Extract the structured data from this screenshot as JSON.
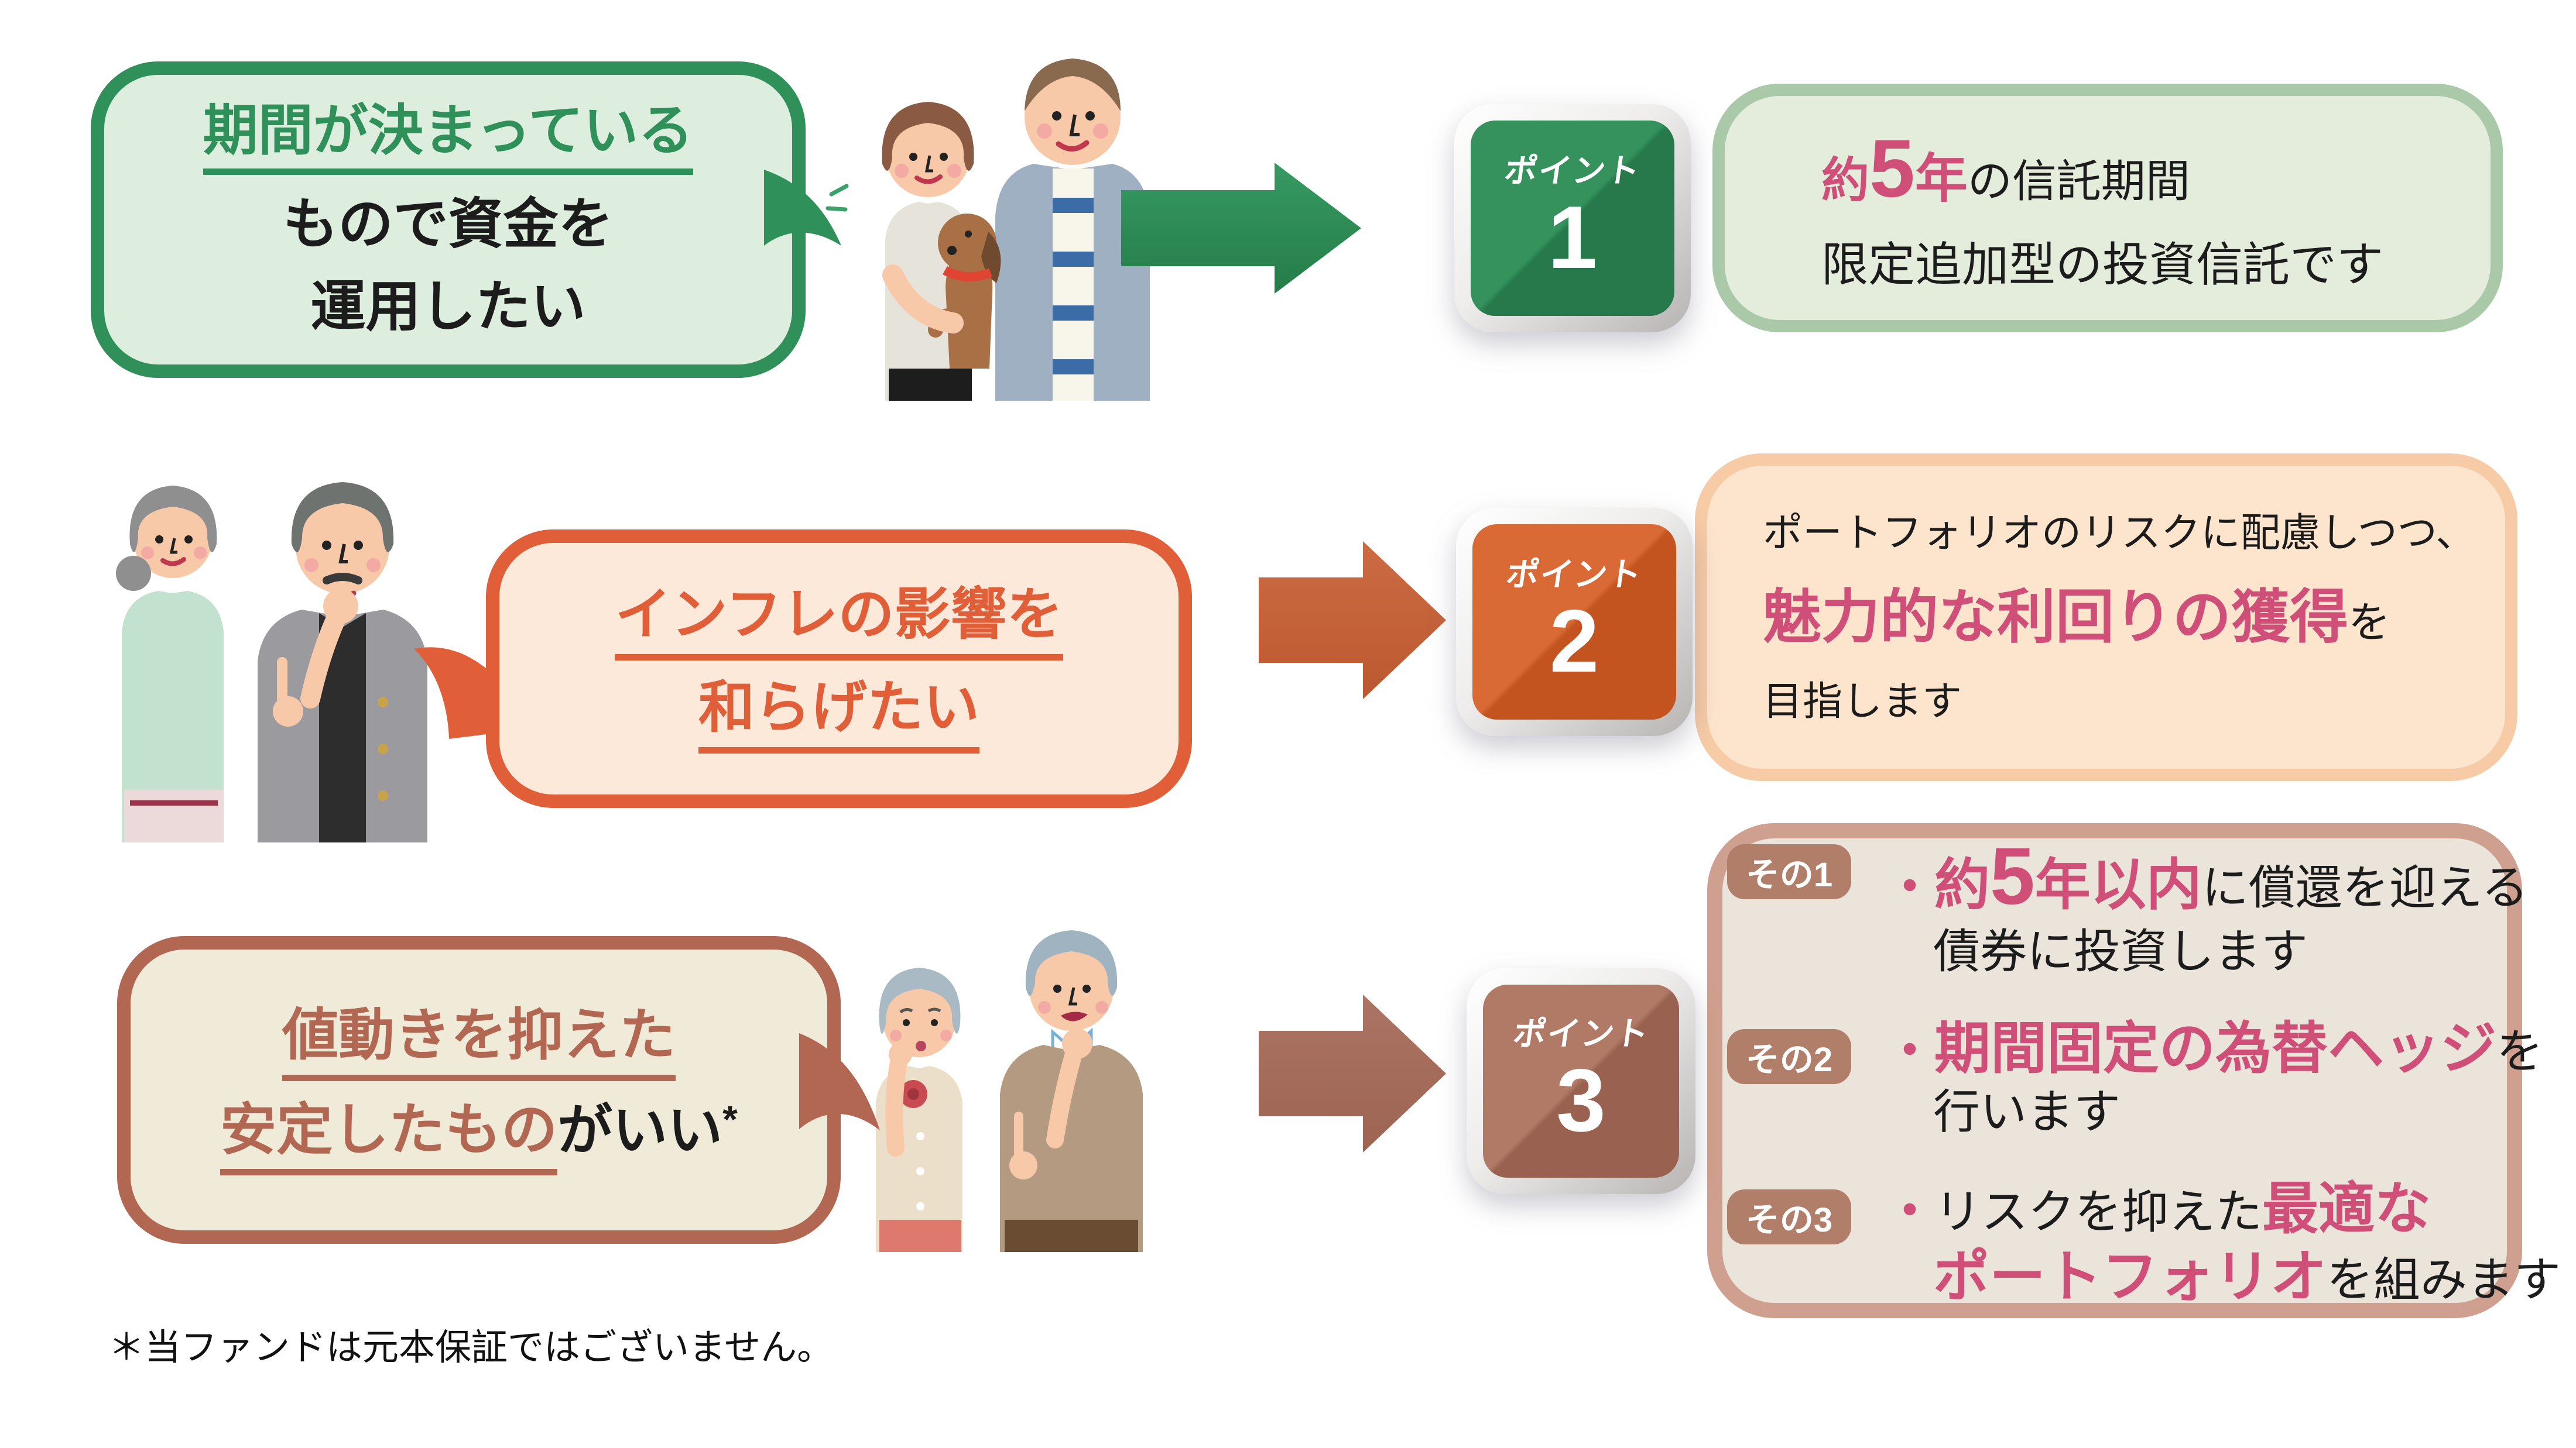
{
  "colors": {
    "green": "#2f9159",
    "green_bubble_fill": "#ddeede",
    "green_panel_fill": "#e4ecdc",
    "green_panel_border": "#a9c9a8",
    "orange": "#e05f39",
    "orange_bubble_fill": "#fce9da",
    "orange_panel_fill": "#fce4cd",
    "orange_panel_border": "#f6cba6",
    "brown": "#b26752",
    "brown_bubble_fill": "#f0ead9",
    "rose_panel_border": "#cfa08f",
    "rose_panel_fill": "#eae4da",
    "rose_label_bg": "#b17e6a",
    "pink_accent": "#d04f78",
    "text_black": "#1c1c1c"
  },
  "rows": [
    {
      "bubble": {
        "line1": "期間が決まっている",
        "line2": "もので資金を",
        "line3": "運用したい"
      },
      "illustration": "young-couple-with-dog",
      "badge": {
        "label": "ポイント",
        "number": "1"
      },
      "panel": {
        "seg_about": "約",
        "seg_num": "5",
        "seg_year": "年",
        "seg_rest": "の信託期間",
        "line2": "限定追加型の投資信託です"
      }
    },
    {
      "bubble": {
        "line1": "インフレの影響を",
        "line2": "和らげたい"
      },
      "illustration": "middle-aged-couple-thinking",
      "badge": {
        "label": "ポイント",
        "number": "2"
      },
      "panel": {
        "line1": "ポートフォリオのリスクに配慮しつつ、",
        "line2_em": "魅力的な利回りの獲得",
        "line2_plain": "を",
        "line3": "目指します"
      }
    },
    {
      "bubble": {
        "line1": "値動きを抑えた",
        "line2_em": "安定したもの",
        "line2_plain": "がいい",
        "asterisk": "*"
      },
      "illustration": "senior-couple-thinking",
      "badge": {
        "label": "ポイント",
        "number": "3"
      },
      "panel": {
        "items": [
          {
            "label": "その1",
            "bullet": "・",
            "em_pre": "約",
            "em_big": "5",
            "em_post": "年以内",
            "plain": "に償還を迎える",
            "line2": "債券に投資します"
          },
          {
            "label": "その2",
            "bullet": "・",
            "em": "期間固定の為替ヘッジ",
            "plain": "を",
            "line2": "行います"
          },
          {
            "label": "その3",
            "bullet": "・",
            "plain_pre": "リスクを抑えた",
            "em": "最適な",
            "line2_em": "ポートフォリオ",
            "line2_plain": "を組みます"
          }
        ]
      }
    }
  ],
  "footnote": "＊当ファンドは元本保証ではございません。"
}
